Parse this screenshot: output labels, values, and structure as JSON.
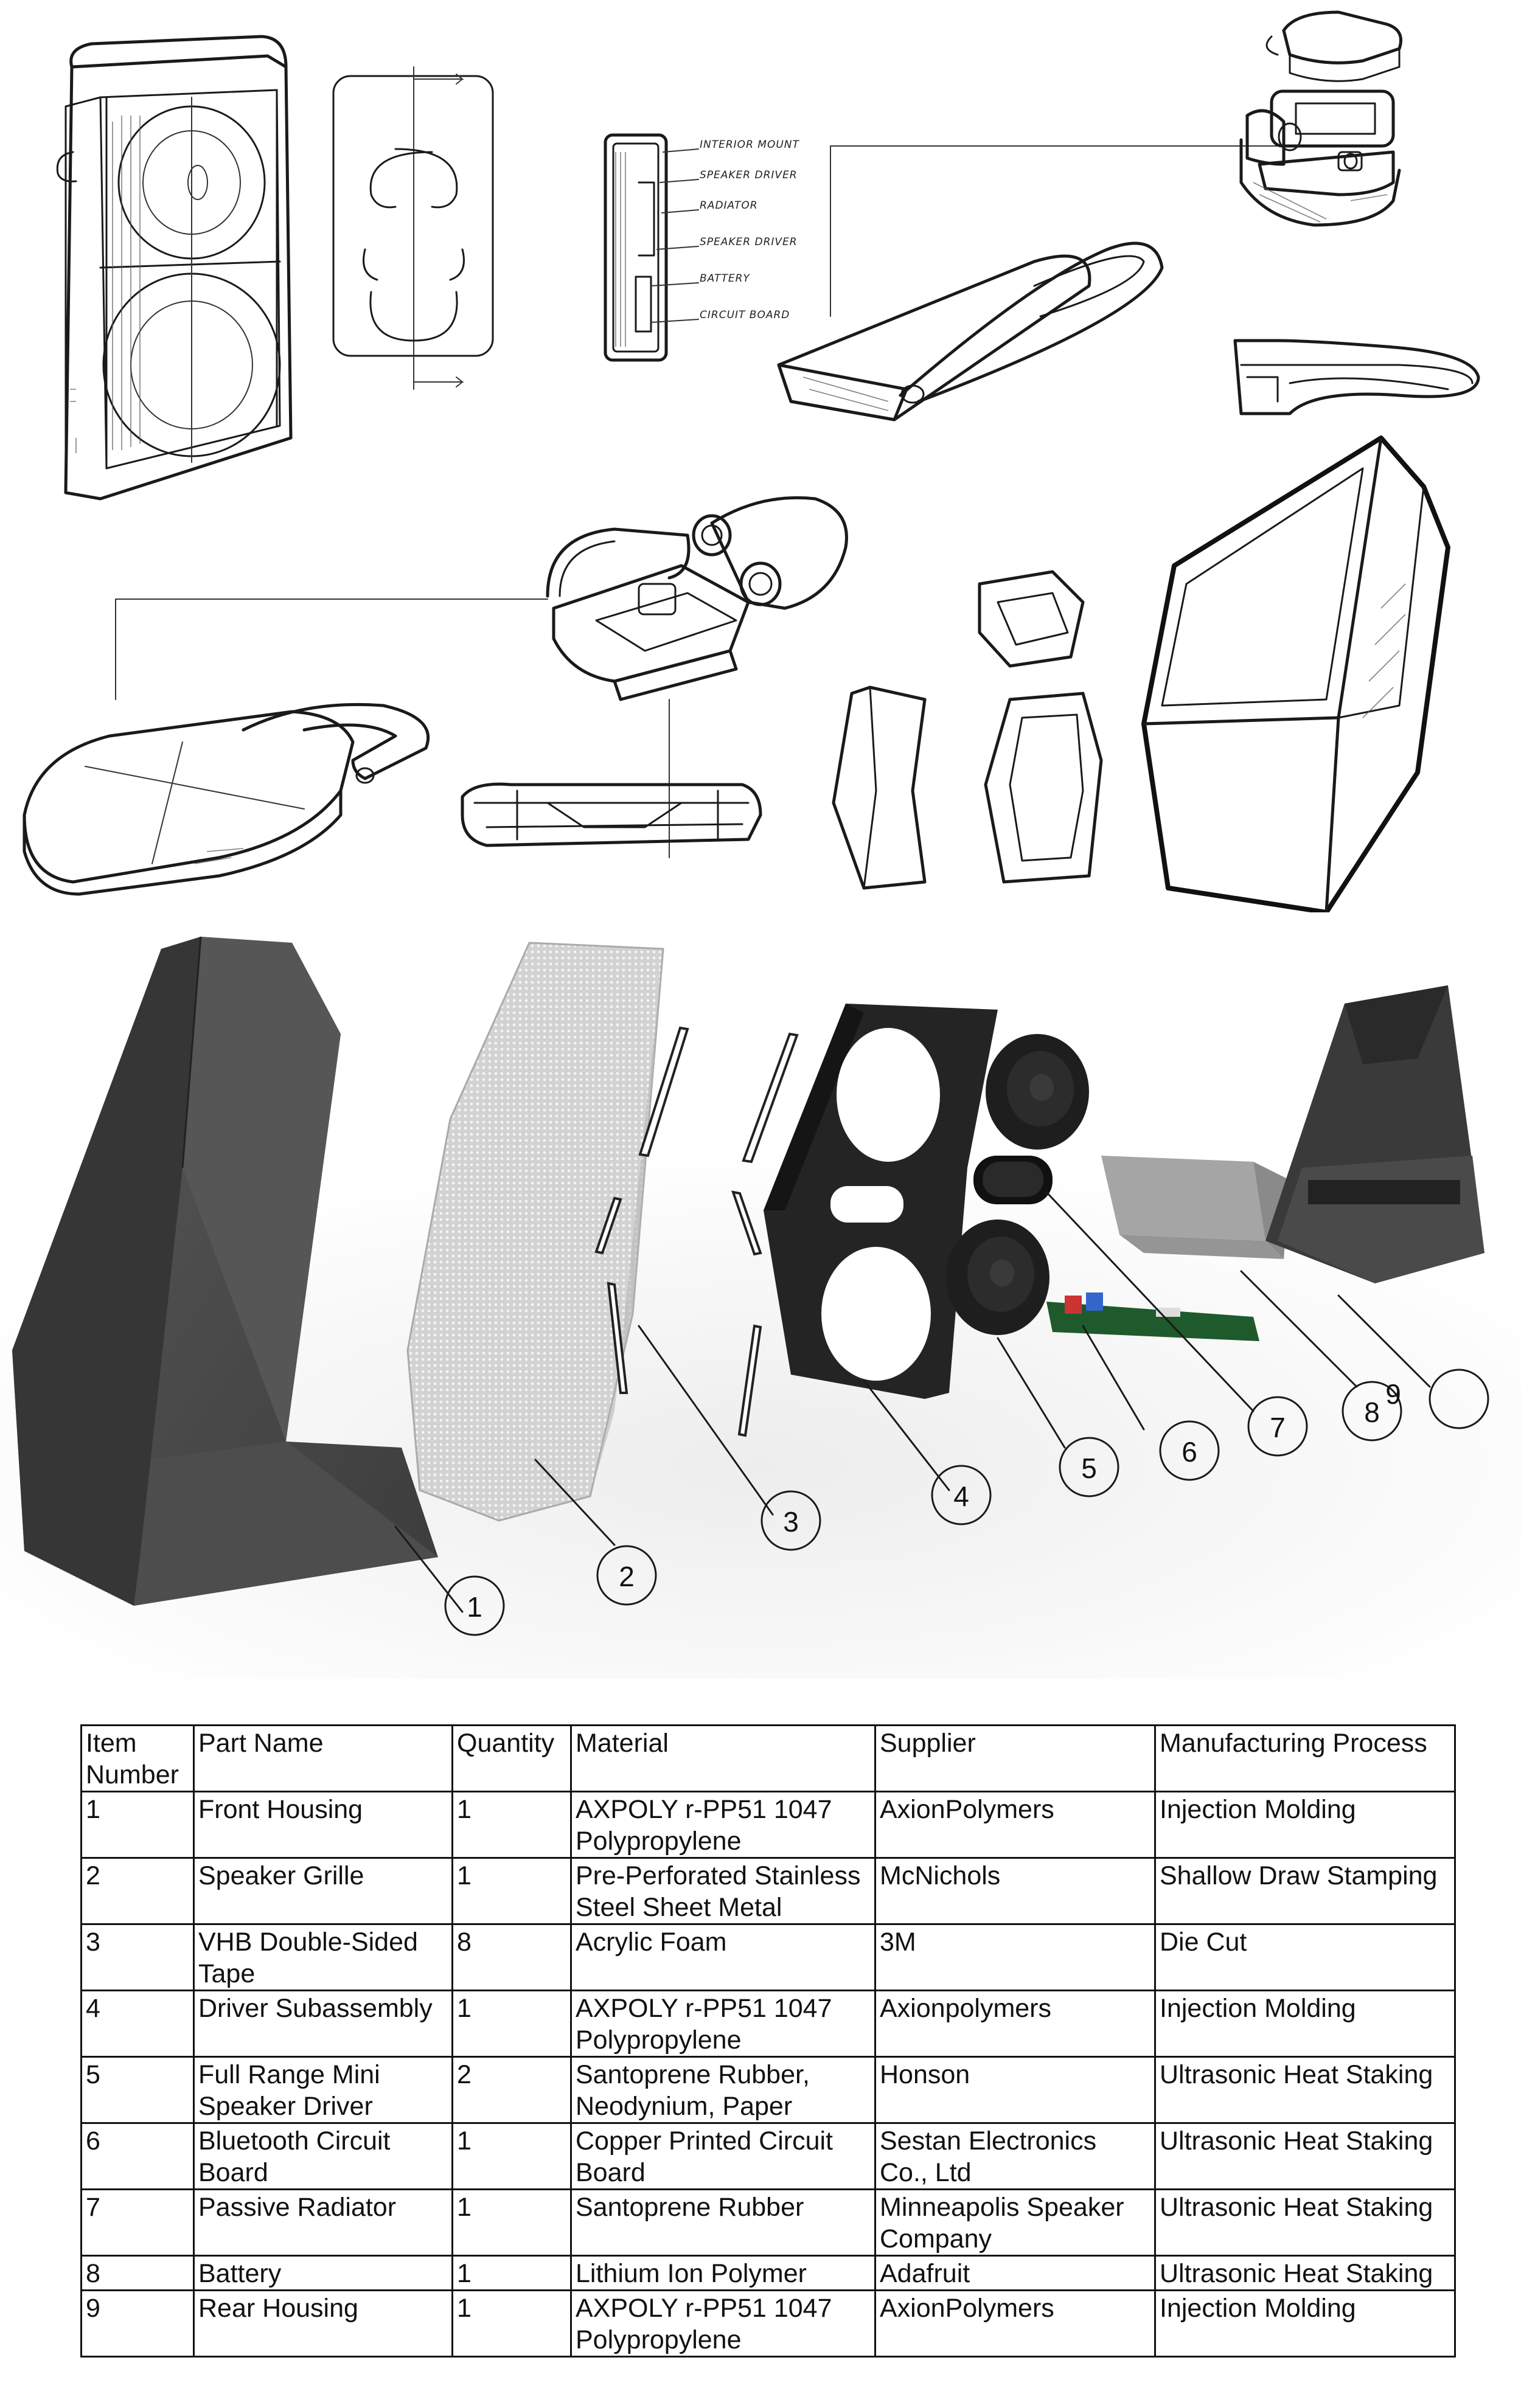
{
  "sketch": {
    "labels": [
      "INTERIOR MOUNT",
      "SPEAKER DRIVER",
      "RADIATOR",
      "SPEAKER DRIVER",
      "BATTERY",
      "CIRCUIT BOARD"
    ]
  },
  "render": {
    "callouts": [
      "1",
      "2",
      "3",
      "4",
      "5",
      "6",
      "7",
      "8",
      "9"
    ]
  },
  "bom": {
    "headers": [
      "Item Number",
      "Part Name",
      "Quantity",
      "Material",
      "Supplier",
      "Manufacturing Process"
    ],
    "rows": [
      [
        "1",
        "Front Housing",
        "1",
        "AXPOLY r-PP51 1047 Polypropylene",
        "AxionPolymers",
        "Injection Molding"
      ],
      [
        "2",
        "Speaker Grille",
        "1",
        "Pre-Perforated Stainless Steel Sheet Metal",
        "McNichols",
        "Shallow Draw Stamping"
      ],
      [
        "3",
        "VHB Double-Sided Tape",
        "8",
        "Acrylic Foam",
        "3M",
        "Die Cut"
      ],
      [
        "4",
        "Driver Subassembly",
        "1",
        "AXPOLY r-PP51 1047 Polypropylene",
        "Axionpolymers",
        "Injection Molding"
      ],
      [
        "5",
        "Full Range Mini Speaker Driver",
        "2",
        "Santoprene Rubber, Neodynium, Paper",
        "Honson",
        "Ultrasonic Heat Staking"
      ],
      [
        "6",
        "Bluetooth Circuit Board",
        "1",
        "Copper Printed Circuit Board",
        "Sestan Electronics Co., Ltd",
        "Ultrasonic Heat Staking"
      ],
      [
        "7",
        "Passive Radiator",
        "1",
        "Santoprene Rubber",
        "Minneapolis Speaker Company",
        "Ultrasonic Heat Staking"
      ],
      [
        "8",
        "Battery",
        "1",
        "Lithium Ion Polymer",
        "Adafruit",
        "Ultrasonic Heat Staking"
      ],
      [
        "9",
        "Rear Housing",
        "1",
        "AXPOLY r-PP51 1047 Polypropylene",
        "AxionPolymers",
        "Injection Molding"
      ]
    ]
  }
}
